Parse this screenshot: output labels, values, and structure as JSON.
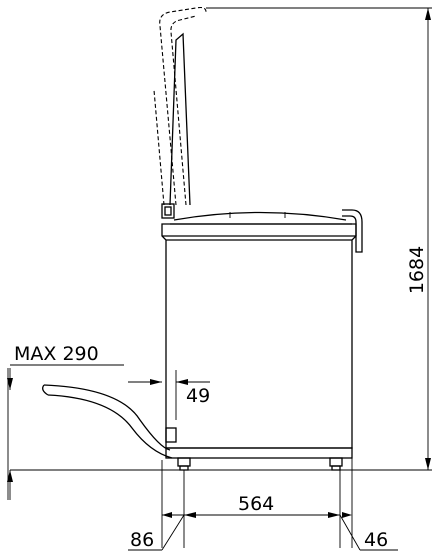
{
  "dimensions": {
    "height_total": "1684",
    "hose_max": "MAX 290",
    "side_offset": "49",
    "foot_span": "564",
    "left_foot_offset": "86",
    "right_foot_offset": "46"
  }
}
